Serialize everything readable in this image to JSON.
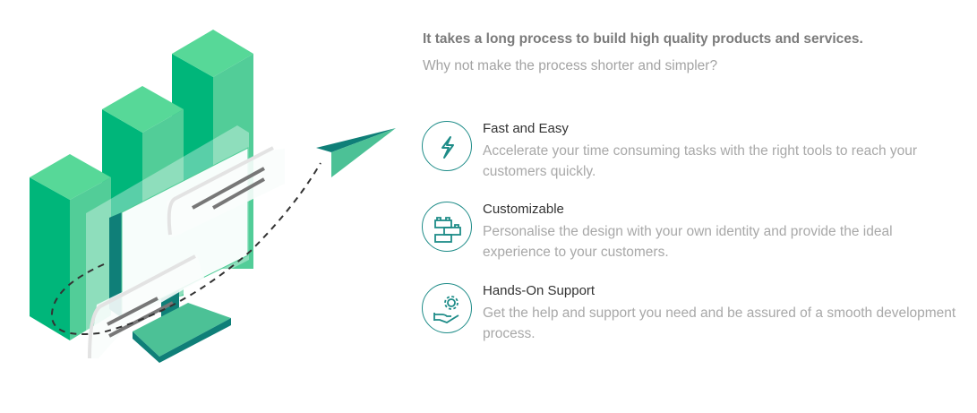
{
  "intro": {
    "headline": "It takes a long process to build high quality products and services.",
    "subheadline": "Why not make the process shorter and simpler?"
  },
  "features": [
    {
      "icon": "lightning-icon",
      "title": "Fast and Easy",
      "description": "Accelerate your time consuming tasks with the right tools to reach your customers quickly."
    },
    {
      "icon": "blocks-icon",
      "title": "Customizable",
      "description": "Personalise the design with your own identity and provide the ideal experience to your customers."
    },
    {
      "icon": "hand-gear-icon",
      "title": "Hands-On Support",
      "description": "Get the help and support you need and be assured of a smooth development process."
    }
  ],
  "colors": {
    "accent": "#1e8c88",
    "green": "#00b67a",
    "light_green": "#57d898"
  }
}
